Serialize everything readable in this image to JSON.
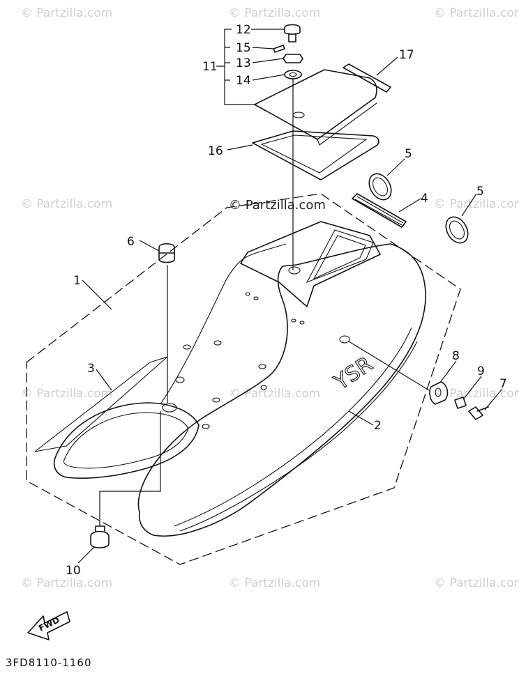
{
  "watermarks": {
    "main": "© Partzilla.com",
    "tile": "© Partzilla.com"
  },
  "diagram_code": "3FD8110-1160",
  "fwd_label": "FWD",
  "seat_logo_text": "YSR",
  "callouts": {
    "c1": "1",
    "c2": "2",
    "c3": "3",
    "c4": "4",
    "c5a": "5",
    "c5b": "5",
    "c6": "6",
    "c7": "7",
    "c8": "8",
    "c9": "9",
    "c10": "10",
    "c11": "11",
    "c12": "12",
    "c13": "13",
    "c14": "14",
    "c15": "15",
    "c16": "16",
    "c17": "17"
  },
  "colors": {
    "ink": "#111111",
    "watermark": "#cfcfcf"
  }
}
